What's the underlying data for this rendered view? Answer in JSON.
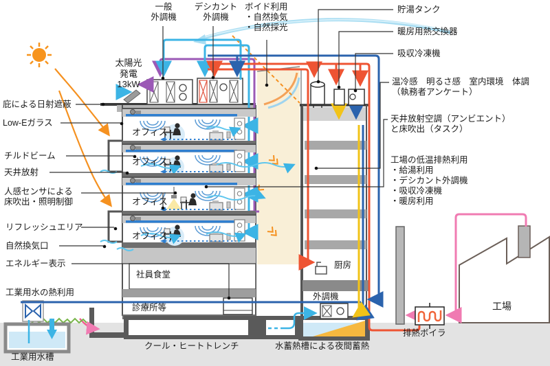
{
  "annotations": {
    "top": {
      "general_ahu": "一般\n外調機",
      "desiccant_ahu": "デシカント\n外調機",
      "void_use": "ボイド利用\n・自然換気\n・自然採光",
      "solar_pv": "太陽光\n発電\n13kW",
      "hot_water_tank": "貯湯タンク",
      "heating_heat_exchanger": "暖房用熱交換器",
      "absorption_chiller": "吸収冷凍機"
    },
    "right": {
      "occupant_survey": "温冷感　明るさ感　室内環境　体調\n（執務者アンケート）",
      "radiant_task_ambient": "天井放射空調（アンビエント）\nと床吹出（タスク）",
      "factory_waste_heat": "工場の低温排熱利用\n・給湯利用\n・デシカント外調機\n・吸収冷凍機\n・暖房利用"
    },
    "left": {
      "eaves_shading": "庇による日射遮蔽",
      "low_e_glass": "Low-Eガラス",
      "chilled_beam": "チルドビーム",
      "ceiling_radiation": "天井放射",
      "occupancy_sensor": "人感センサによる\n床吹出・照明制御",
      "refresh_area": "リフレッシュエリア",
      "natural_vent_opening": "自然換気口",
      "energy_display": "エネルギー表示",
      "industrial_water_heat": "工業用水の熱利用",
      "industrial_water_tank": "工業用水槽"
    }
  },
  "building": {
    "office_floors": [
      {
        "label": "オフィス"
      },
      {
        "label": "オフィス"
      },
      {
        "label": "オフィス"
      },
      {
        "label": "オフィス"
      }
    ],
    "cafeteria": "社員食堂",
    "clinic": "診療所等",
    "kitchen": "厨房",
    "outdoor_air_unit": "外調機"
  },
  "bottom": {
    "cool_heat_trench": "クール・ヒートトレンチ",
    "water_thermal_storage": "水蓄熱槽による夜間蓄熱",
    "waste_heat_boiler": "排熱ボイラ",
    "factory": "工場"
  },
  "colors": {
    "pipe_cyan": "#3cb4e5",
    "pipe_blue": "#2b63ad",
    "pipe_hot_red": "#ee5433",
    "pipe_yellow": "#f2c318",
    "pipe_purple": "#9b59b6",
    "pipe_pink": "#f07bb2",
    "sunlight_orange": "#f59120",
    "void_fill": "#f9efd7",
    "water_fill": "#cfe9f7",
    "storage_heat_wedge": "#f6b83f",
    "ground": "#e3e3e3"
  }
}
